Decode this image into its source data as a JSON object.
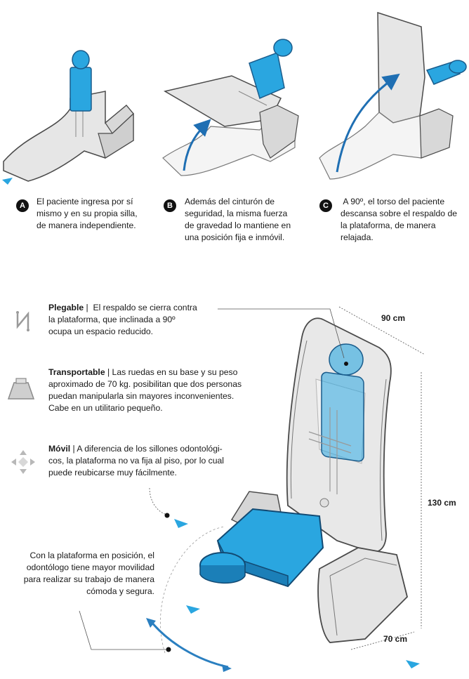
{
  "steps": [
    {
      "badge": "A",
      "text": "El paciente ingresa por sí mismo y en su propia silla, de manera independiente."
    },
    {
      "badge": "B",
      "text": "Además del cinturón de seguridad, la misma fuerza de gravedad lo mantiene en una posición fija e inmóvil."
    },
    {
      "badge": "C",
      "text": " A 90º, el torso del paciente descansa sobre el respaldo de la plataforma, de manera relajada."
    }
  ],
  "features": [
    {
      "title": "Plegable",
      "sep": " |  ",
      "text": "El respaldo se cierra contra la plataforma, que inclinada a 90º ocupa un espacio reducido.",
      "icon": "fold-icon"
    },
    {
      "title": "Transportable",
      "sep": " | ",
      "text": "Las ruedas en su base y su peso aproximado de 70 kg.  posibilitan que dos personas puedan manipularla sin mayores inconvenientes. Cabe en un utilitario pequeño.",
      "icon": "weight-icon"
    },
    {
      "title": "Móvil",
      "sep": " | ",
      "text": "A diferencia de los sillones odontológi-cos, la plataforma no va fija al piso, por lo cual puede reubicarse muy fácilmente.",
      "icon": "move-icon"
    }
  ],
  "dentist_note": "Con la plataforma en posición, el odontólogo tiene mayor movilidad para realizar su trabajo de manera cómoda y segura.",
  "dimensions": {
    "depth": "90 cm",
    "height": "130 cm",
    "width": "70 cm"
  },
  "colors": {
    "accent": "#2aa6e0",
    "arrow": "#1f6fb3",
    "panel": "#e6e6e6",
    "outline": "#4a4a4a"
  }
}
